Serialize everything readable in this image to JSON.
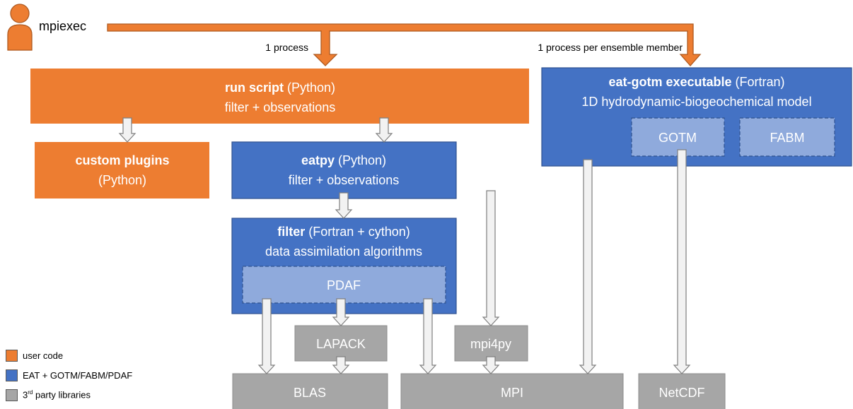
{
  "colors": {
    "user_code": "#ED7D31",
    "eat": "#4472C4",
    "eat_light": "#8FAADC",
    "third_party": "#A6A6A6",
    "arrow_fill": "#F2F2F2",
    "arrow_stroke": "#7F7F7F"
  },
  "user": {
    "icon": "person-icon",
    "command": "mpiexec"
  },
  "labels": {
    "one_process": "1 process",
    "per_member": "1 process per ensemble member"
  },
  "boxes": {
    "run_script": {
      "bold": "run script",
      "rest": " (Python)",
      "line2": "filter + observations"
    },
    "custom_plugins": {
      "bold": "custom plugins",
      "line2": "(Python)"
    },
    "eatpy": {
      "bold": "eatpy",
      "rest": " (Python)",
      "line2": "filter + observations"
    },
    "filter": {
      "bold": "filter",
      "rest": " (Fortran + cython)",
      "line2": "data assimilation algorithms"
    },
    "pdaf": {
      "label": "PDAF"
    },
    "eat_gotm": {
      "bold": "eat-gotm executable",
      "rest": " (Fortran)",
      "line2": "1D hydrodynamic-biogeochemical model"
    },
    "gotm": {
      "label": "GOTM"
    },
    "fabm": {
      "label": "FABM"
    },
    "lapack": {
      "label": "LAPACK"
    },
    "mpi4py": {
      "label": "mpi4py"
    },
    "blas": {
      "label": "BLAS"
    },
    "mpi": {
      "label": "MPI"
    },
    "netcdf": {
      "label": "NetCDF"
    }
  },
  "legend": {
    "user_code": "user code",
    "eat": "EAT + GOTM/FABM/PDAF",
    "third_party_sup": "rd",
    "third_party_num": "3",
    "third_party_rest": " party libraries"
  }
}
